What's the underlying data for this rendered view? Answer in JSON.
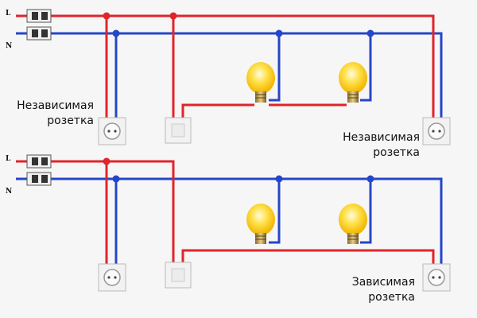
{
  "colors": {
    "phase": "#e0242b",
    "neutral": "#2546c8",
    "bulb": "#ffd21f",
    "device": "#f2f2f2"
  },
  "diagrams": [
    {
      "line_letter_top": "L",
      "line_letter_bottom": "N",
      "label_left": [
        "Независимая",
        "розетка"
      ],
      "label_right": [
        "Независимая",
        "розетка"
      ]
    },
    {
      "line_letter_top": "L",
      "line_letter_bottom": "N",
      "label_left": [],
      "label_right": [
        "Зависимая",
        "розетка"
      ]
    }
  ],
  "icons": {
    "breaker": "circuit-breaker-icon",
    "bulb": "light-bulb-icon",
    "socket": "power-socket-icon",
    "switch": "light-switch-icon"
  }
}
